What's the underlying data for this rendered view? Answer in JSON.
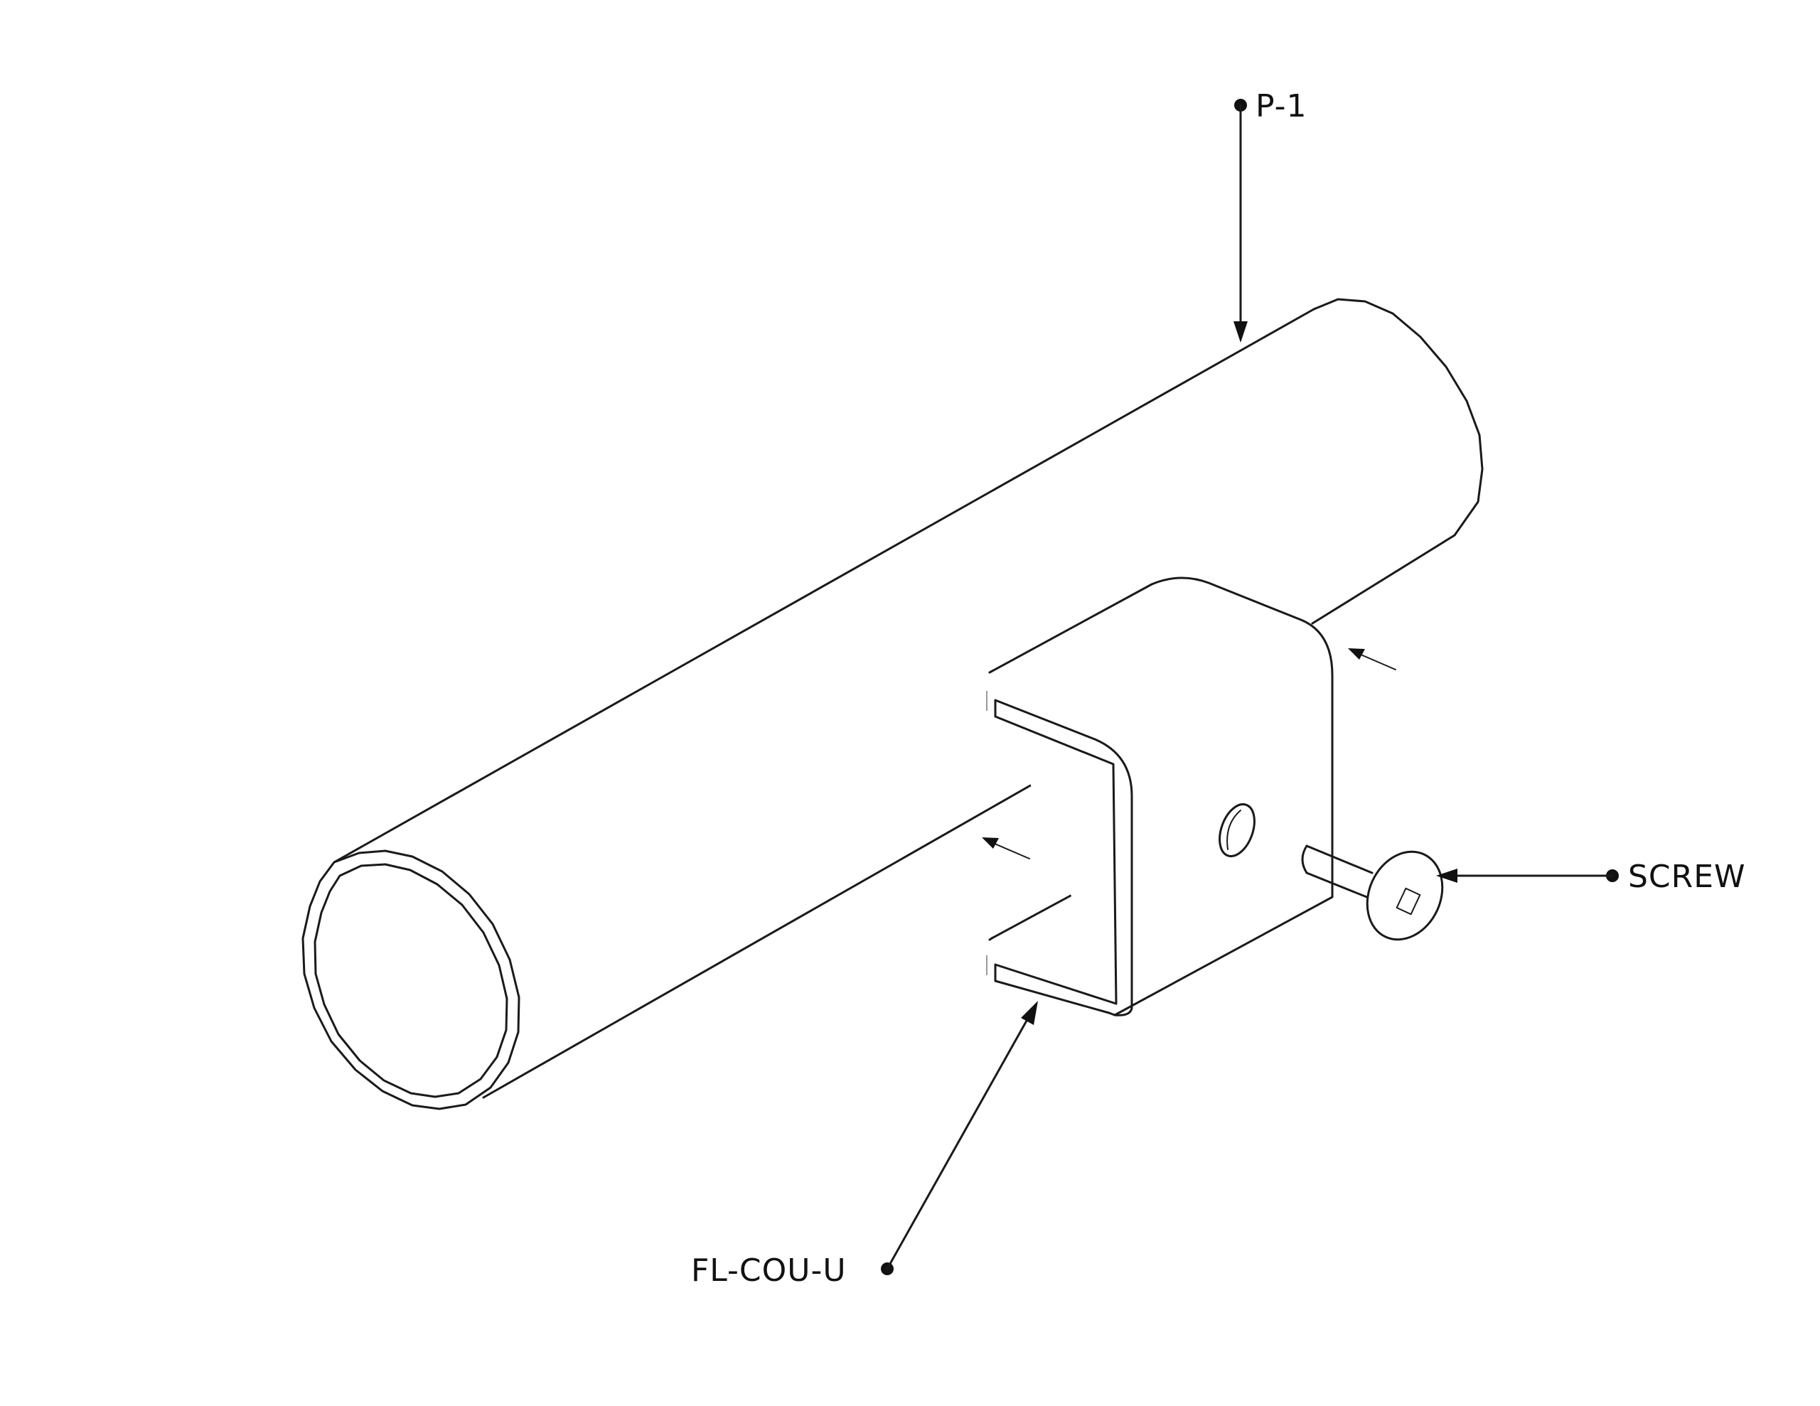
{
  "callouts": {
    "pipe_label": "P-1",
    "screw_label": "SCREW",
    "bracket_label": "FL-COU-U"
  },
  "colors": {
    "line": "#1a1a1a",
    "background": "#ffffff"
  }
}
